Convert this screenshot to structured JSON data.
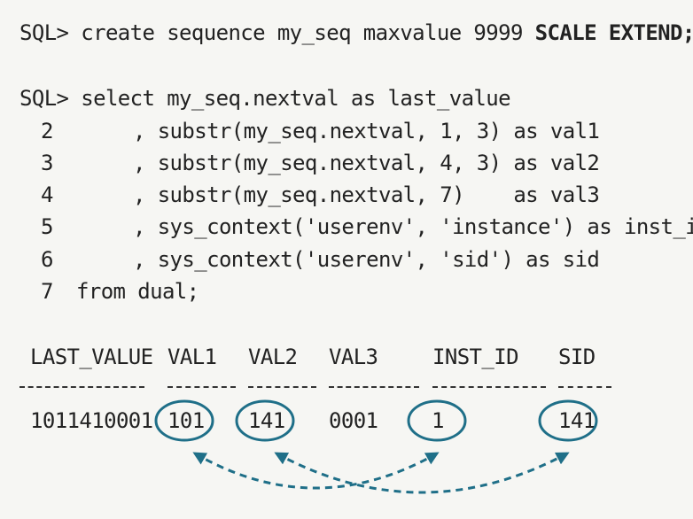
{
  "sql": {
    "create_prompt": "SQL> ",
    "create_stmt": "create sequence my_seq maxvalue 9999 ",
    "create_kw": "SCALE EXTEND;",
    "select_prompt": "SQL> ",
    "select_stmt": "select my_seq.nextval as last_value",
    "lines": [
      {
        "num": "2",
        "text": ", substr(my_seq.nextval, 1, 3) as val1"
      },
      {
        "num": "3",
        "text": ", substr(my_seq.nextval, 4, 3) as val2"
      },
      {
        "num": "4",
        "text": ", substr(my_seq.nextval, 7)    as val3"
      },
      {
        "num": "5",
        "text": ", sys_context('userenv', 'instance') as inst_id"
      },
      {
        "num": "6",
        "text": ", sys_context('userenv', 'sid') as sid"
      },
      {
        "num": "7",
        "text": "from dual;"
      }
    ]
  },
  "result": {
    "headers": [
      "LAST_VALUE",
      "VAL1",
      "VAL2",
      "VAL3",
      "INST_ID",
      "SID"
    ],
    "values": [
      "1011410001",
      "101",
      "141",
      "0001",
      "1",
      "141"
    ]
  },
  "colors": {
    "accent": "#1f6f88",
    "text": "#222222"
  }
}
